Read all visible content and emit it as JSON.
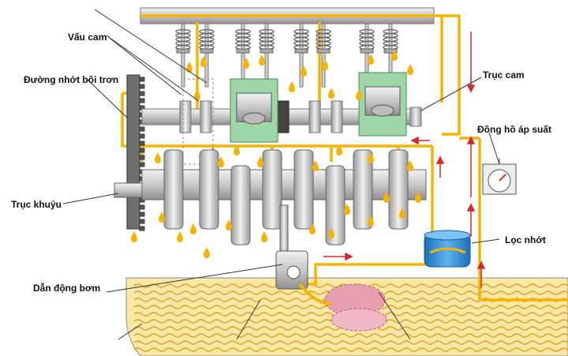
{
  "labels": {
    "cam_lobes": "Vấu cam",
    "oil_gallery": "Đường nhớt bôi trơn",
    "camshaft": "Trục cam",
    "pressure_gauge": "Đồng hồ áp suất",
    "crankshaft": "Trục khuỷu",
    "oil_filter": "Lọc nhớt",
    "pump_drive": "Dẫn động bơm"
  },
  "colors": {
    "oil_line": "#f5b400",
    "oil_sump": "#fbe8a6",
    "oil_wave": "#e0a020",
    "flow_arrow": "#d9262c",
    "metal_light": "#d9d9d9",
    "metal_dark": "#8a8a8a",
    "piston_green": "#9ed6a8",
    "filter_blue": "#2f8fd8",
    "leader_line": "#333333"
  },
  "icons": [
    "gauge-icon",
    "oil-drop-icon",
    "flow-arrow-icon"
  ]
}
